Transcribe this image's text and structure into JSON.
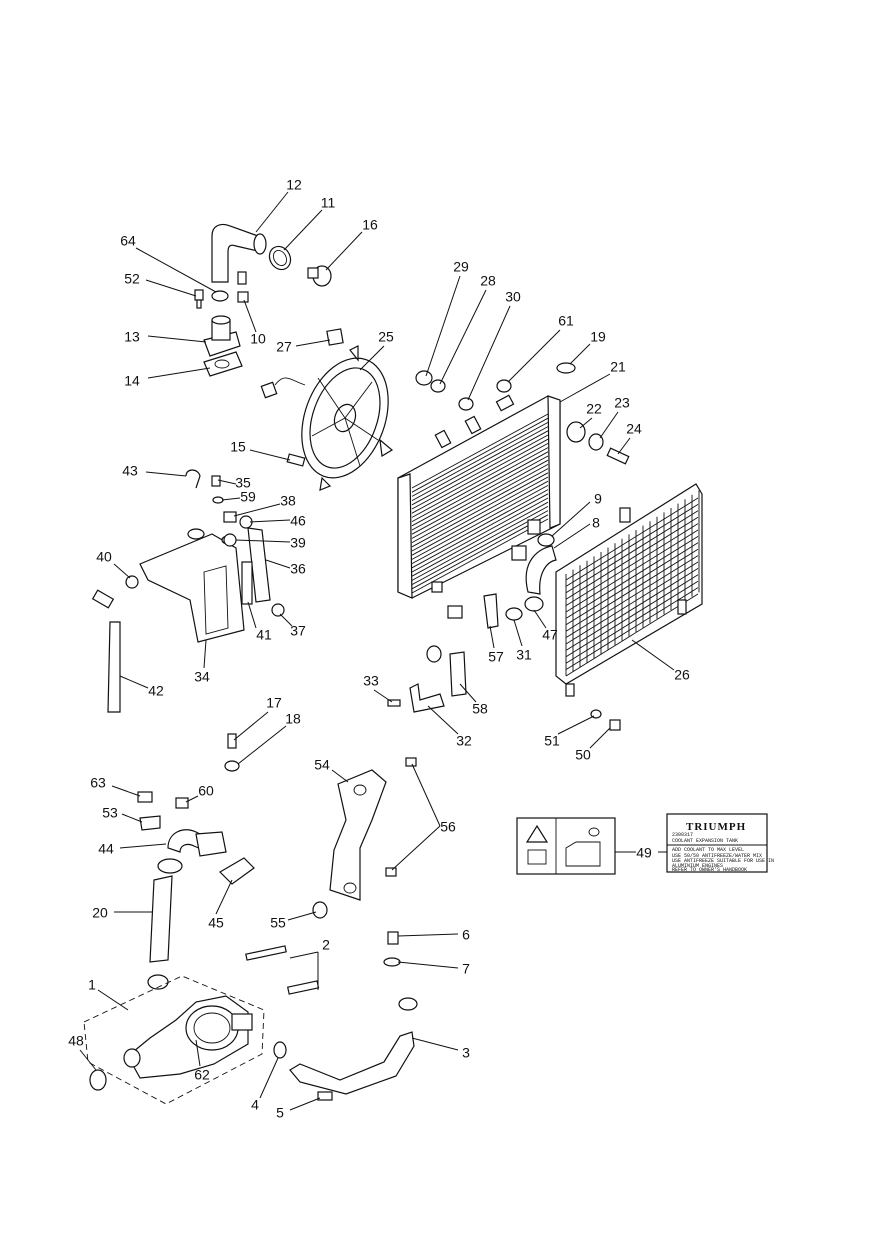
{
  "diagram": {
    "callouts": [
      "1",
      "2",
      "3",
      "4",
      "5",
      "6",
      "7",
      "8",
      "9",
      "10",
      "11",
      "12",
      "13",
      "14",
      "15",
      "16",
      "17",
      "18",
      "19",
      "20",
      "21",
      "22",
      "23",
      "24",
      "25",
      "26",
      "27",
      "28",
      "29",
      "30",
      "31",
      "32",
      "33",
      "34",
      "35",
      "36",
      "37",
      "38",
      "39",
      "40",
      "41",
      "42",
      "43",
      "44",
      "45",
      "46",
      "47",
      "48",
      "49",
      "50",
      "51",
      "52",
      "53",
      "54",
      "55",
      "56",
      "57",
      "58",
      "59",
      "60",
      "61",
      "62",
      "63",
      "64"
    ]
  },
  "warning_label": {
    "brand": "TRIUMPH",
    "part_no": "2300317",
    "heading": "COOLANT EXPANSION TANK",
    "line1": "ADD COOLANT TO MAX LEVEL",
    "line2": "USE 50/50 ANTIFREEZE/WATER MIX",
    "line3": "USE ANTIFREEZE SUITABLE FOR USE IN",
    "line4": "ALUMINIUM ENGINES",
    "line5": "REFER TO OWNER'S HANDBOOK"
  }
}
